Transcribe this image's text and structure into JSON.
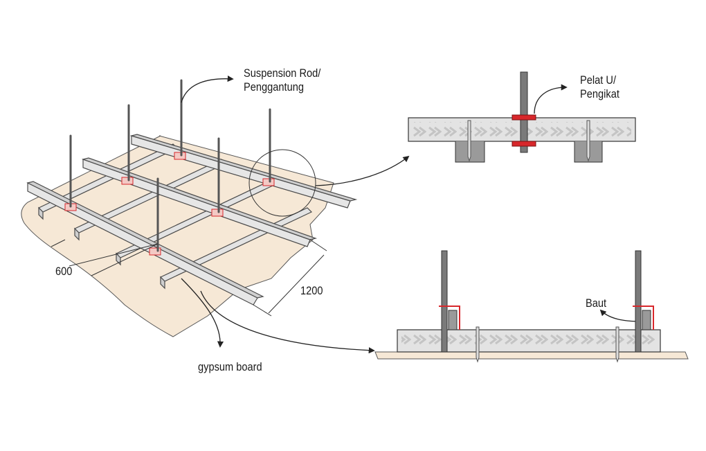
{
  "labels": {
    "suspension_rod_line1": "Suspension Rod/",
    "suspension_rod_line2": "Penggantung",
    "pelat_line1": "Pelat U/",
    "pelat_line2": "Pengikat",
    "baut": "Baut",
    "gypsum": "gypsum board",
    "dim_600": "600",
    "dim_1200": "1200"
  },
  "colors": {
    "board_fill": "#f6e8d6",
    "rail_fill": "#e3e3e3",
    "rail_stroke": "#4a4a4a",
    "rod": "#555555",
    "bracket_red": "#d8272b",
    "clip_pink": "#f3c9c4",
    "chevron": "#bdbdbd"
  },
  "icons": [
    "curved-arrow-icon"
  ]
}
